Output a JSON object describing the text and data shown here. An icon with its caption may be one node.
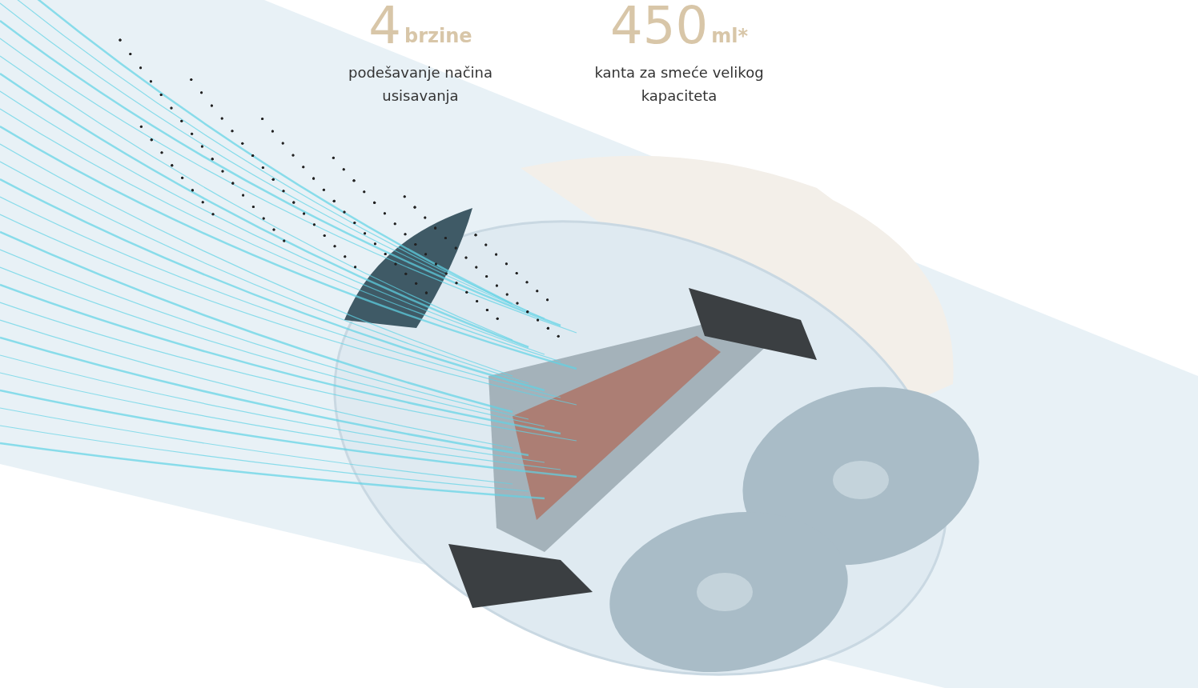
{
  "diagram": {
    "labels": [
      "4",
      "brzine",
      "podešavanje načina usisavanja",
      "450",
      "ml*",
      "kanta za smeće velikog kapaciteta"
    ]
  }
}
